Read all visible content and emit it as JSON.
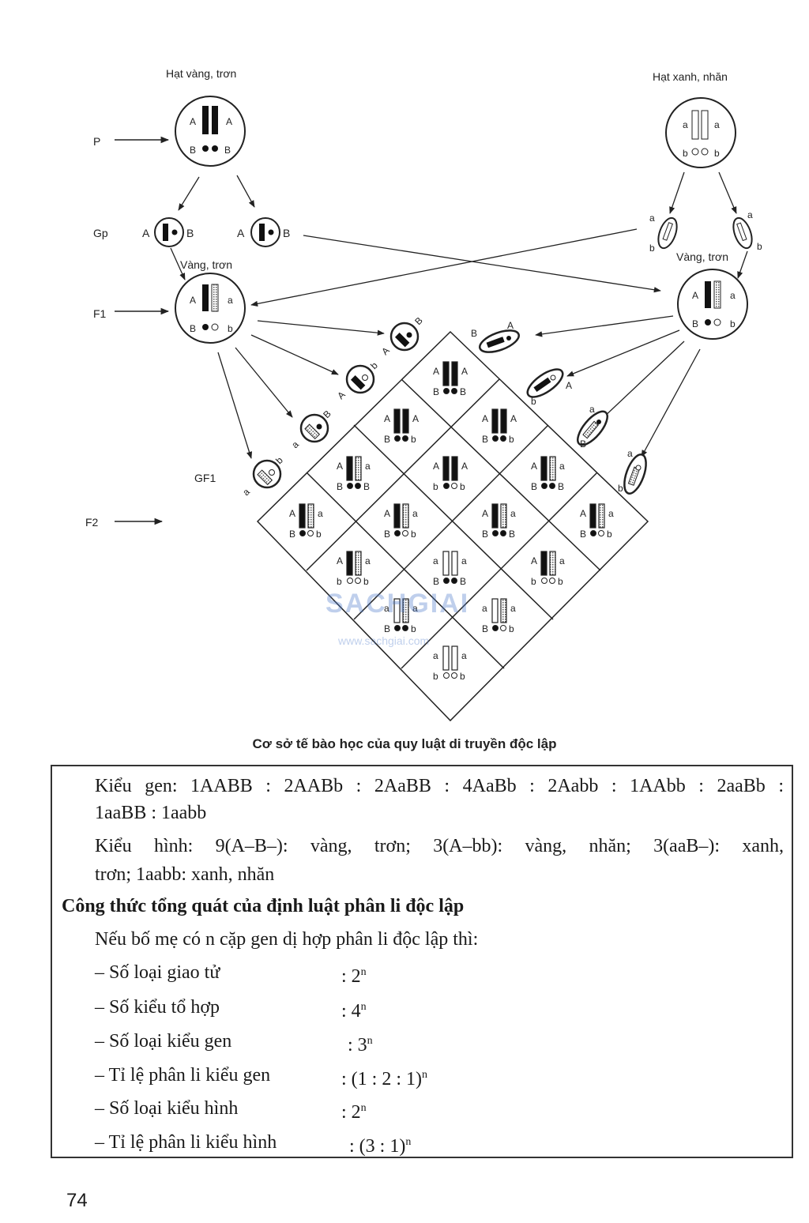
{
  "figure": {
    "parent_left_label": "Hạt vàng, trơn",
    "parent_right_label": "Hạt xanh, nhăn",
    "f1_left_label": "Vàng, trơn",
    "f1_right_label": "Vàng, trơn",
    "gen_p": "P",
    "gen_gp": "Gp",
    "gen_f1": "F1",
    "gen_gf1": "GF1",
    "gen_f2": "F2",
    "caption": "Cơ sở tế bào học của quy luật di truyền độc lập",
    "watermark": "SACHGIAI",
    "watermark_url": "www.sachgiai.com"
  },
  "content": {
    "genotype_line1": "Kiểu gen: 1AABB : 2AABb : 2AaBB : 4AaBb : 2Aabb : 1AAbb : 2aaBb :",
    "genotype_line2": "1aaBB : 1aabb",
    "phenotype_line1": "Kiểu hình: 9(A–B–): vàng, trơn; 3(A–bb): vàng, nhăn; 3(aaB–): xanh,",
    "phenotype_line2": "trơn; 1aabb: xanh, nhăn",
    "heading": "Công thức tổng quát của định luật phân li độc lập",
    "intro": "Nếu bố mẹ có n cặp gen dị hợp phân li độc lập thì:",
    "formulas": [
      {
        "label": "– Số loại giao tử",
        "value": ": 2",
        "exp": "n"
      },
      {
        "label": "– Số kiểu tổ hợp",
        "value": ": 4",
        "exp": "n"
      },
      {
        "label": "– Số loại kiểu gen",
        "value": ": 3",
        "exp": "n"
      },
      {
        "label": "– Tỉ lệ phân li kiểu gen",
        "value": ": (1 : 2 : 1)",
        "exp": "n"
      },
      {
        "label": "– Số loại kiểu hình",
        "value": ": 2",
        "exp": "n"
      },
      {
        "label": "– Tỉ lệ phân li kiểu hình",
        "value": ": (3 : 1)",
        "exp": "n"
      }
    ]
  },
  "page_number": "74"
}
